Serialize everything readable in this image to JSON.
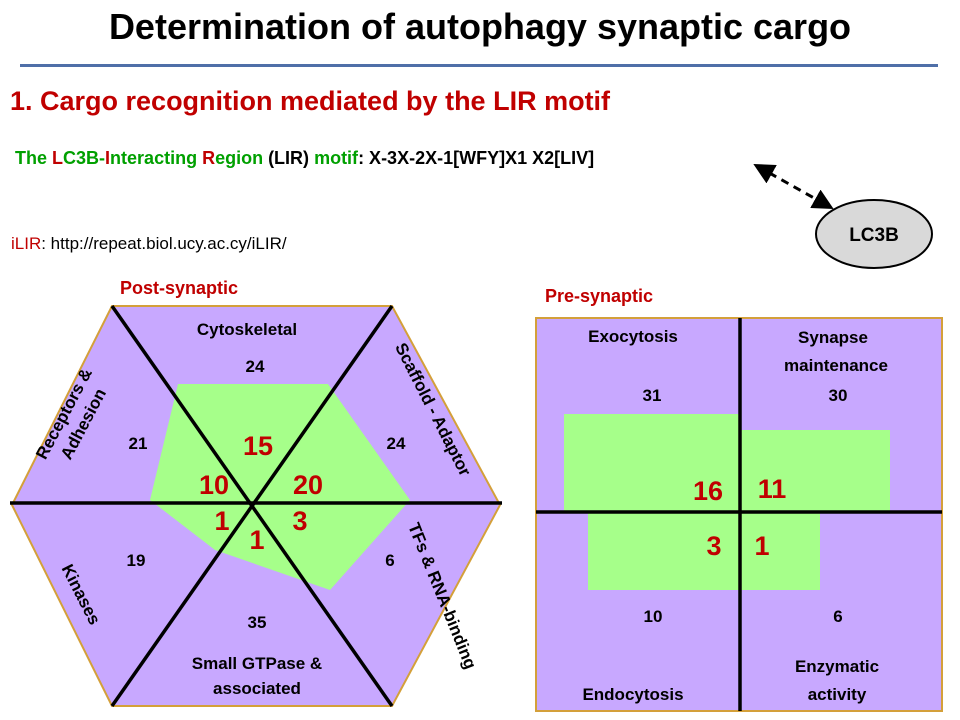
{
  "title": "Determination of autophagy synaptic cargo",
  "subtitle": "1. Cargo recognition mediated by the LIR motif",
  "lir": {
    "the": "The ",
    "l": "L",
    "c3b": "C3B-",
    "i": "I",
    "nteracting": "nteracting ",
    "r": "R",
    "egion": "egion",
    "paren": " (LIR) ",
    "motif": "motif",
    "formula": ": X-3X-2X-1[WFY]X1 X2[LIV]"
  },
  "ilir": {
    "prefix": "iLIR",
    "rest": ": http://repeat.biol.ucy.ac.cy/iLIR/"
  },
  "lc3b": "LC3B",
  "post_synaptic": {
    "label": "Post-synaptic",
    "cytoskeletal": {
      "label": "Cytoskeletal",
      "total": "24",
      "lir": "15"
    },
    "scaffold": {
      "label": "Scaffold - Adaptor",
      "total": "24",
      "lir": "20"
    },
    "tfs": {
      "label": "TFs & RNA-binding",
      "total": "6",
      "lir": "3"
    },
    "gtpase": {
      "label_line1": "Small GTPase &",
      "label_line2": "associated",
      "total": "35",
      "lir": "1"
    },
    "kinases": {
      "label": "Kinases",
      "total": "19",
      "lir": "1"
    },
    "receptors": {
      "label_line1": "Receptors &",
      "label_line2": "Adhesion",
      "total": "21",
      "lir": "10"
    }
  },
  "pre_synaptic": {
    "label": "Pre-synaptic",
    "exocytosis": {
      "label": "Exocytosis",
      "total": "31",
      "lir": "16"
    },
    "maintenance": {
      "label_line1": "Synapse",
      "label_line2": "maintenance",
      "total": "30",
      "lir": "11"
    },
    "endocytosis": {
      "label": "Endocytosis",
      "total": "10",
      "lir": "3"
    },
    "enzymatic": {
      "label_line1": "Enzymatic",
      "label_line2": "activity",
      "total": "6",
      "lir": "1"
    }
  },
  "colors": {
    "purple": "#c8a8ff",
    "green": "#a6ff8a",
    "red": "#c00000",
    "accent_green": "#00a000",
    "rule": "#4f6fa8"
  }
}
